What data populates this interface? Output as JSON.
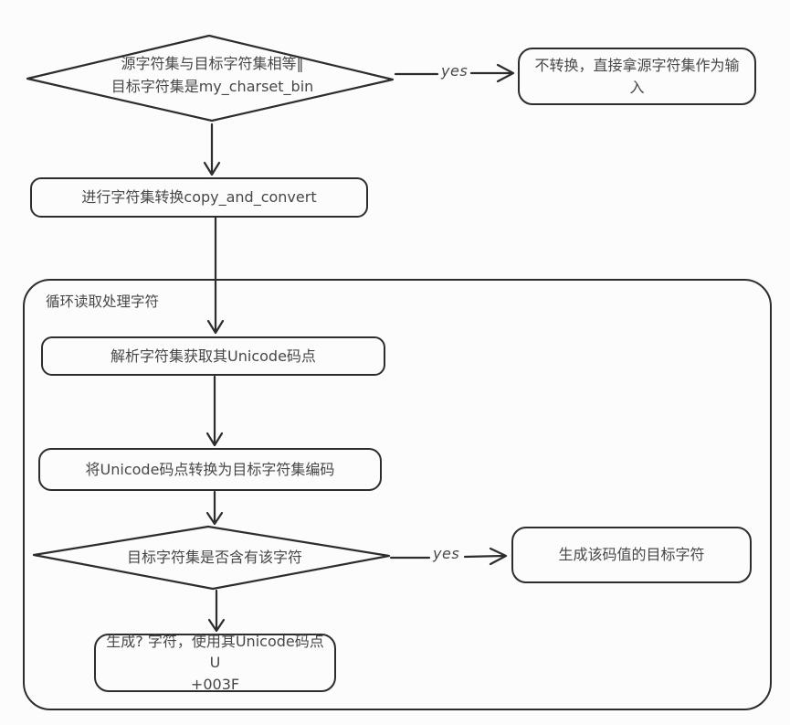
{
  "palette": {
    "stroke": "#2d2d2d",
    "text": "#474747",
    "background": "#fcfcfc"
  },
  "nodes": {
    "decision_equal": {
      "line1": "源字符集与目标字符集相等‖",
      "line2": "目标字符集是my_charset_bin"
    },
    "no_convert": {
      "label": "不转换，直接拿源字符集作为输入"
    },
    "do_convert": {
      "label": "进行字符集转换copy_and_convert"
    },
    "loop_group": {
      "label": "循环读取处理字符"
    },
    "parse_codepoint": {
      "label": "解析字符集获取其Unicode码点"
    },
    "convert_codepoint": {
      "label": "将Unicode码点转换为目标字符集编码"
    },
    "decision_contains": {
      "label": "目标字符集是否含有该字符"
    },
    "emit_target_char": {
      "label": "生成该码值的目标字符"
    },
    "emit_question": {
      "line1": "生成? 字符，使用其Unicode码点U",
      "line2": "+003F"
    }
  },
  "edges": {
    "yes_top_label": "yes",
    "yes_bottom_label": "yes"
  }
}
